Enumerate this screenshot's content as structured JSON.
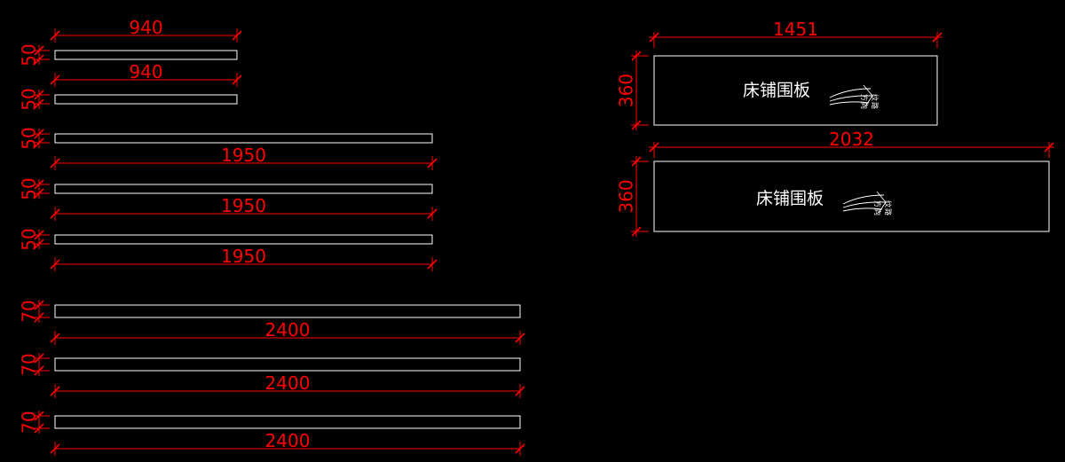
{
  "colors": {
    "background": "#000000",
    "dimension": "#ff0000",
    "outline": "#ffffff"
  },
  "parts": [
    {
      "id": "strip-1",
      "length_label": "940",
      "width_label": "50"
    },
    {
      "id": "strip-2",
      "length_label": "940",
      "width_label": "50"
    },
    {
      "id": "strip-3",
      "length_label": "1950",
      "width_label": "50"
    },
    {
      "id": "strip-4",
      "length_label": "1950",
      "width_label": "50"
    },
    {
      "id": "strip-5",
      "length_label": "1950",
      "width_label": "50"
    },
    {
      "id": "strip-6",
      "length_label": "2400",
      "width_label": "70"
    },
    {
      "id": "strip-7",
      "length_label": "2400",
      "width_label": "70"
    },
    {
      "id": "strip-8",
      "length_label": "2400",
      "width_label": "70"
    },
    {
      "id": "panel-1",
      "length_label": "1451",
      "width_label": "360",
      "label": "床铺围板",
      "grain_label": [
        "纹",
        "路",
        "方",
        "向"
      ]
    },
    {
      "id": "panel-2",
      "length_label": "2032",
      "width_label": "360",
      "label": "床铺围板",
      "grain_label": [
        "纹",
        "路",
        "方",
        "向"
      ]
    }
  ]
}
